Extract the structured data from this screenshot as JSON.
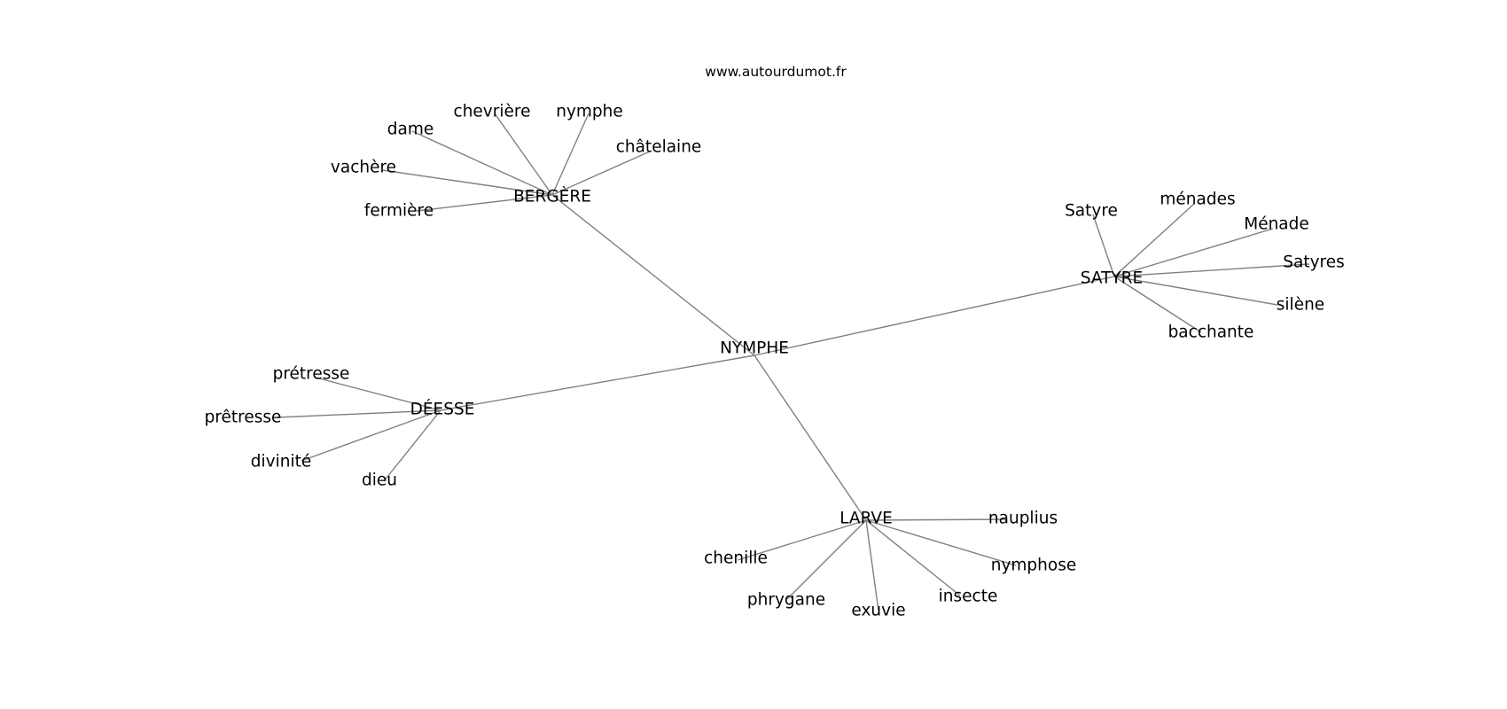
{
  "source": "www.autourdumot.fr",
  "graph": {
    "center": "NYMPHE",
    "hubs": [
      {
        "key": "bergere",
        "word": "BERGÈRE",
        "related": [
          {
            "key": "dame",
            "word": "dame"
          },
          {
            "key": "chevriere",
            "word": "chevrière"
          },
          {
            "key": "nymphe",
            "word": "nymphe"
          },
          {
            "key": "chatelaine",
            "word": "châtelaine"
          },
          {
            "key": "vachere",
            "word": "vachère"
          },
          {
            "key": "fermiere",
            "word": "fermière"
          }
        ]
      },
      {
        "key": "satyre",
        "word": "SATYRE",
        "related": [
          {
            "key": "satyre-lower",
            "word": "Satyre"
          },
          {
            "key": "menades",
            "word": "ménades"
          },
          {
            "key": "menade",
            "word": "Ménade"
          },
          {
            "key": "satyres",
            "word": "Satyres"
          },
          {
            "key": "silene",
            "word": "silène"
          },
          {
            "key": "bacchante",
            "word": "bacchante"
          }
        ]
      },
      {
        "key": "deesse",
        "word": "DÉESSE",
        "related": [
          {
            "key": "pretresse-acute",
            "word": "prétresse"
          },
          {
            "key": "pretresse-circ",
            "word": "prêtresse"
          },
          {
            "key": "divinite",
            "word": "divinité"
          },
          {
            "key": "dieu",
            "word": "dieu"
          }
        ]
      },
      {
        "key": "larve",
        "word": "LARVE",
        "related": [
          {
            "key": "nauplius",
            "word": "nauplius"
          },
          {
            "key": "chenille",
            "word": "chenille"
          },
          {
            "key": "nymphose",
            "word": "nymphose"
          },
          {
            "key": "phrygane",
            "word": "phrygane"
          },
          {
            "key": "exuvie",
            "word": "exuvie"
          },
          {
            "key": "insecte",
            "word": "insecte"
          }
        ]
      }
    ]
  }
}
